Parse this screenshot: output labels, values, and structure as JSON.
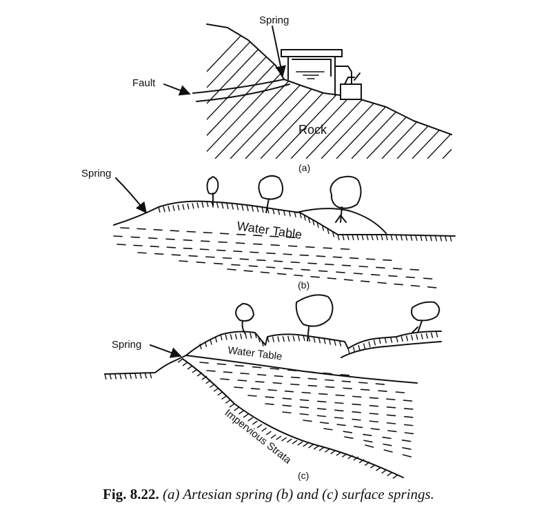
{
  "panel_a": {
    "spring_label": "Spring",
    "fault_label": "Fault",
    "rock_label": "Rock",
    "sublabel": "(a)"
  },
  "panel_b": {
    "spring_label": "Spring",
    "water_table_label": "Water Table",
    "sublabel": "(b)"
  },
  "panel_c": {
    "spring_label": "Spring",
    "water_table_label": "Water Table",
    "impervious_label": "Impervious Strata",
    "sublabel": "(c)"
  },
  "caption": {
    "number": "Fig. 8.22.",
    "text": "(a) Artesian spring (b) and (c) surface springs."
  }
}
